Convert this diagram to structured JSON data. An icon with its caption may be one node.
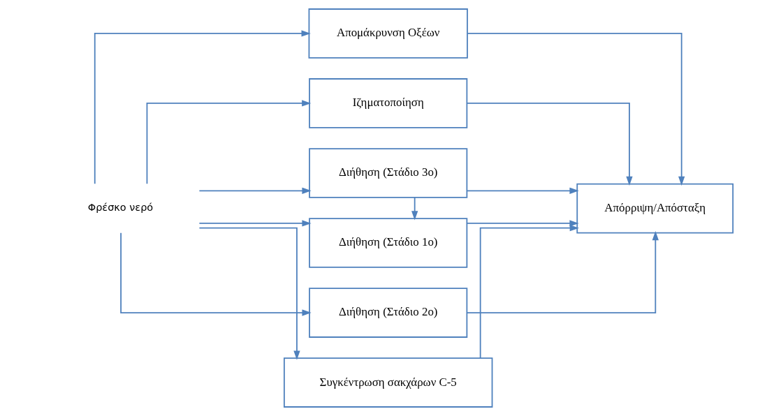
{
  "diagram": {
    "nodes": [
      {
        "text": [
          "Φρέσκο νερό"
        ]
      },
      {
        "text": [
          "Απομάκρυνση Οξέων"
        ]
      },
      {
        "text": [
          "Ιζηματοποίηση"
        ]
      },
      {
        "text": [
          "Διήθηση (Στάδιο 3ο)"
        ]
      },
      {
        "text": [
          "Διήθηση (Στάδιο 1ο)"
        ]
      },
      {
        "text": [
          "Διήθηση (Στάδιο 2ο)"
        ]
      },
      {
        "text": [
          "Συγκέντρωση σακχάρων C-5"
        ]
      },
      {
        "text": [
          "Απόρριψη/Απόσταξη"
        ]
      }
    ],
    "edges": [
      {
        "from": 0,
        "to": 1,
        "arrow": "to"
      },
      {
        "from": 0,
        "to": 2,
        "arrow": "to"
      },
      {
        "from": 0,
        "to": 3,
        "arrow": "to"
      },
      {
        "from": 0,
        "to": 4,
        "arrow": "to"
      },
      {
        "from": 0,
        "to": 5,
        "arrow": "to"
      },
      {
        "from": 0,
        "to": 6,
        "arrow": "to"
      },
      {
        "from": 3,
        "to": 4,
        "arrow": "to"
      },
      {
        "from": 1,
        "to": 7,
        "arrow": "to"
      },
      {
        "from": 2,
        "to": 7,
        "arrow": "to"
      },
      {
        "from": 3,
        "to": 7,
        "arrow": "to"
      },
      {
        "from": 4,
        "to": 7,
        "arrow": "to"
      },
      {
        "from": 5,
        "to": 7,
        "arrow": "to"
      },
      {
        "from": 6,
        "to": 7,
        "arrow": "to"
      }
    ]
  }
}
